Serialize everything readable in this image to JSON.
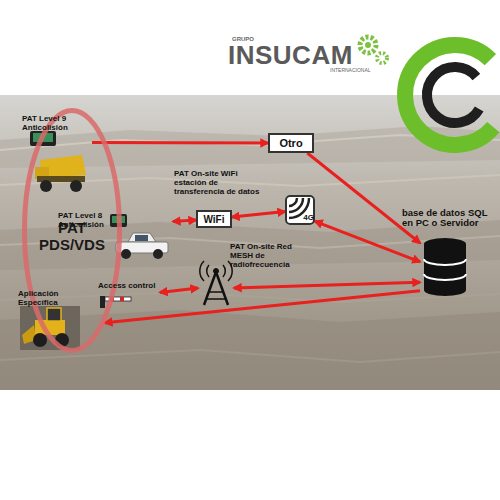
{
  "diagram": {
    "nodes": [
      {
        "text": [
          "PAT PDS/VDS"
        ]
      },
      {
        "text": [
          "PAT Level 9 Anticolisión"
        ],
        "in": 0
      },
      {
        "text": [
          "PAT Level 8 Anticolisión"
        ],
        "in": 0
      },
      {
        "text": [
          "Aplicación Específica"
        ],
        "in": 0
      },
      {
        "text": [
          "Access control"
        ],
        "in": 0
      },
      {
        "text": [
          "Otro"
        ]
      },
      {
        "text": [
          "PAT On-site WiFi estación de transferencia de datos",
          "WiFi"
        ]
      },
      {
        "text": [
          "4G"
        ]
      },
      {
        "text": [
          "PAT On-site Red MESH de radiofrecuencia"
        ]
      },
      {
        "text": [
          "base de datos SQL en PC o Servidor"
        ]
      }
    ],
    "edges": [
      {
        "from": 1,
        "to": 5,
        "arrow": "to"
      },
      {
        "from": 5,
        "to": 9,
        "arrow": "to"
      },
      {
        "from": 2,
        "to": 6,
        "arrow": "both"
      },
      {
        "from": 6,
        "to": 7,
        "arrow": "both"
      },
      {
        "from": 7,
        "to": 9,
        "arrow": "both"
      },
      {
        "from": 4,
        "to": 8,
        "arrow": "both"
      },
      {
        "from": 8,
        "to": 9,
        "arrow": "both"
      },
      {
        "from": 9,
        "to": 0,
        "arrow": "to"
      }
    ],
    "labels": [
      "GRUPO",
      "INSUCAM",
      "INTERNACIONAL"
    ]
  }
}
